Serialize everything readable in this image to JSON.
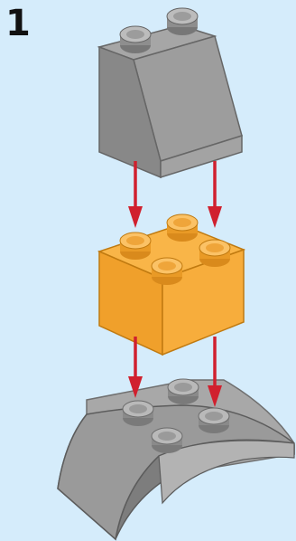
{
  "step": {
    "number": "1"
  },
  "colors": {
    "background": "#d5ecfb",
    "slope_brick": "#8c8c8c",
    "square_brick": "#f5a623",
    "curved_base_brick": "#8c8c8c",
    "arrows": "#d0202e"
  },
  "parts": [
    {
      "name": "gray-slope-brick",
      "studs": 2
    },
    {
      "name": "orange-2x2-brick",
      "studs": 4
    },
    {
      "name": "gray-curved-base-brick",
      "studs": 4
    }
  ],
  "arrows": {
    "count": 4,
    "direction": "down"
  }
}
